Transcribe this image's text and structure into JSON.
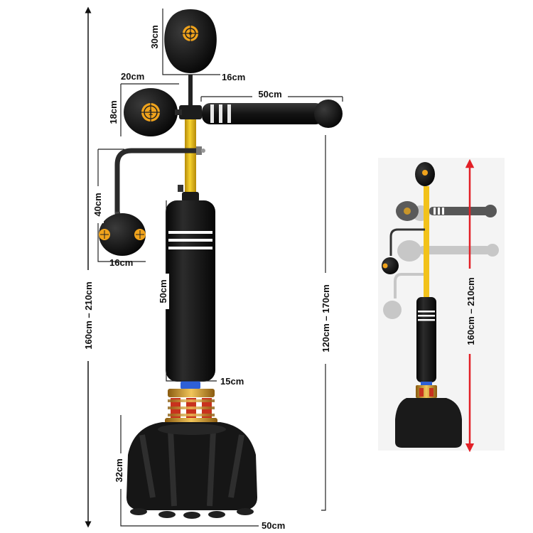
{
  "dimensions": {
    "top_bag_height": "30cm",
    "top_bag_width": "16cm",
    "side_bag_width": "20cm",
    "side_bag_height": "18cm",
    "arm_length": "50cm",
    "lower_arm_height": "40cm",
    "lower_bag_width": "16cm",
    "total_height": "160cm – 210cm",
    "column_height": "50cm",
    "column_width": "15cm",
    "stand_height": "120cm – 170cm",
    "base_height": "32cm",
    "base_width": "50cm",
    "inset_height": "160cm – 210cm"
  },
  "colors": {
    "pole": "#f2c21a",
    "body": "#151515",
    "accent": "#f0a31c",
    "gold": "#d49b2a",
    "spring": "#c8321e",
    "arrow_red": "#e21f26",
    "line": "#222222"
  },
  "icons": {
    "target": "crosshair-target-icon",
    "number_badge": "1"
  }
}
